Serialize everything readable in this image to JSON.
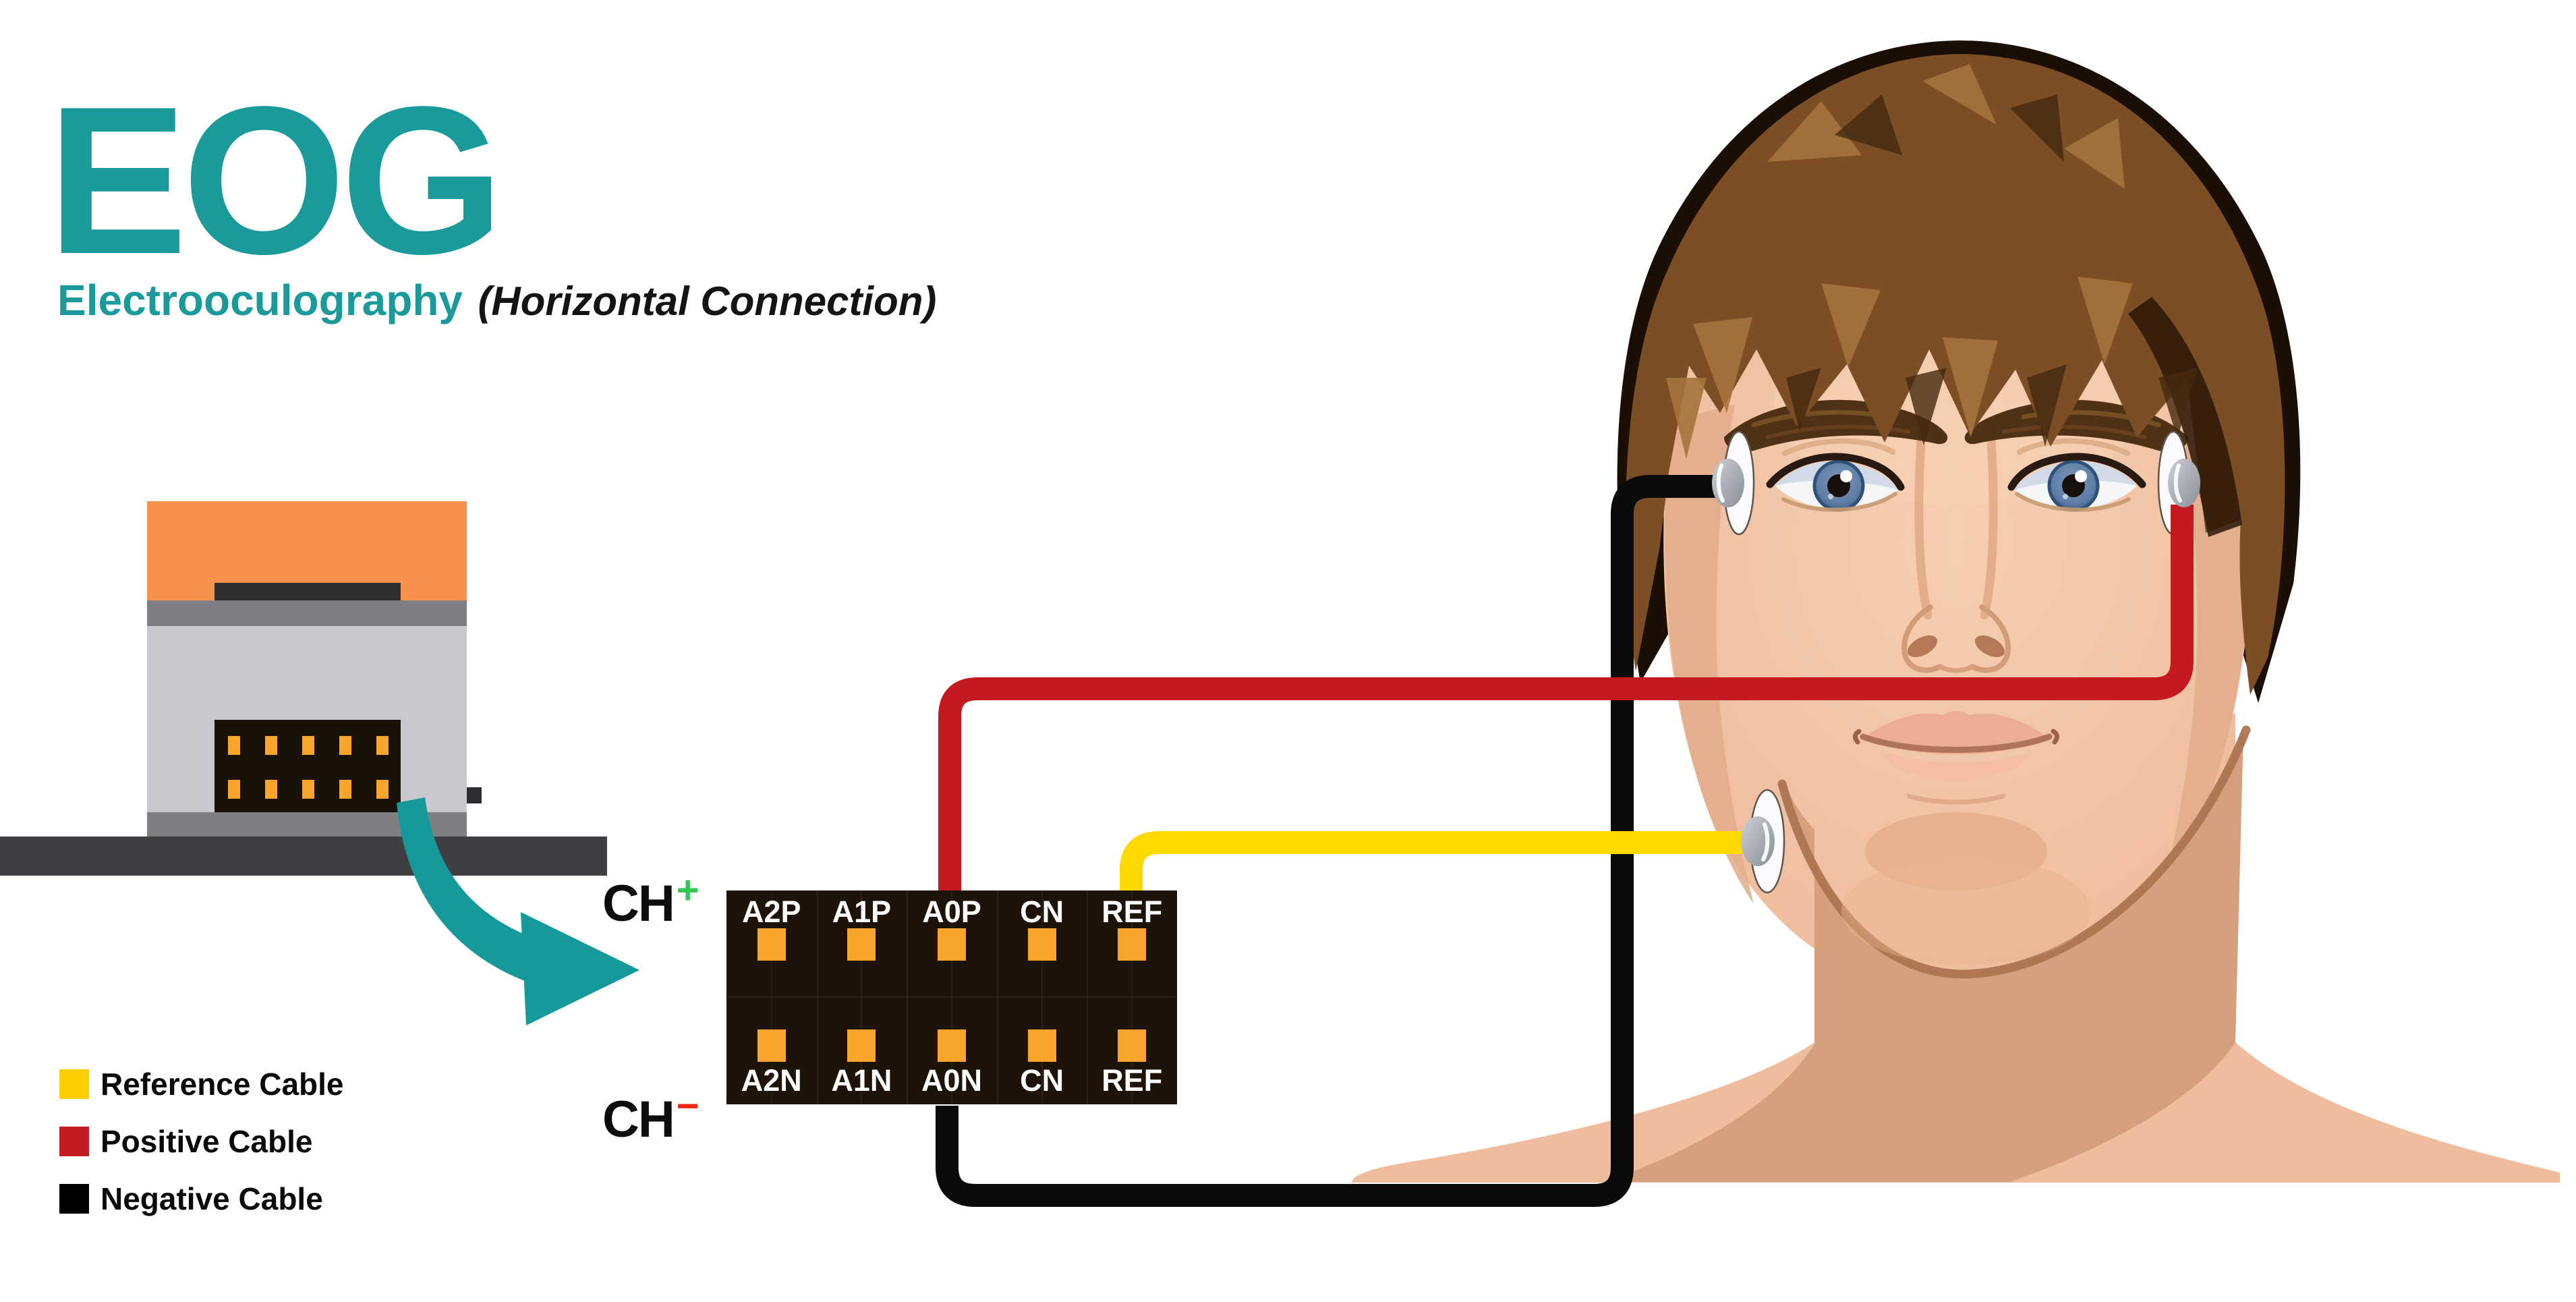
{
  "header": {
    "title": "EOG",
    "subtitle_main": "Electrooculography",
    "subtitle_note": "(Horizontal Connection)"
  },
  "channels": {
    "positive": {
      "text": "CH",
      "sign": "+",
      "sign_color": "#2FC94F"
    },
    "negative": {
      "text": "CH",
      "sign": "−",
      "sign_color": "#F5220D"
    }
  },
  "pin_panel": {
    "top_pins": [
      "A2P",
      "A1P",
      "A0P",
      "CN",
      "REF"
    ],
    "bottom_pins": [
      "A2N",
      "A1N",
      "A0N",
      "CN",
      "REF"
    ]
  },
  "legend": {
    "items": [
      {
        "label": "Reference Cable",
        "color": "#FFCE00"
      },
      {
        "label": "Positive Cable",
        "color": "#C21D20"
      },
      {
        "label": "Negative Cable",
        "color": "#000000"
      }
    ]
  },
  "colors": {
    "accent_teal": "#1B9A9B",
    "cable_red": "#C4191E",
    "cable_yellow": "#FFD800",
    "cable_black": "#0A0A0A",
    "pin_orange": "#F9A42B",
    "panel_background": "#1D1308",
    "device_orange": "#F8914B",
    "plus_green": "#2FC94F",
    "minus_red": "#F5220D"
  },
  "icons": {
    "arrow": "curved-arrow-icon"
  }
}
